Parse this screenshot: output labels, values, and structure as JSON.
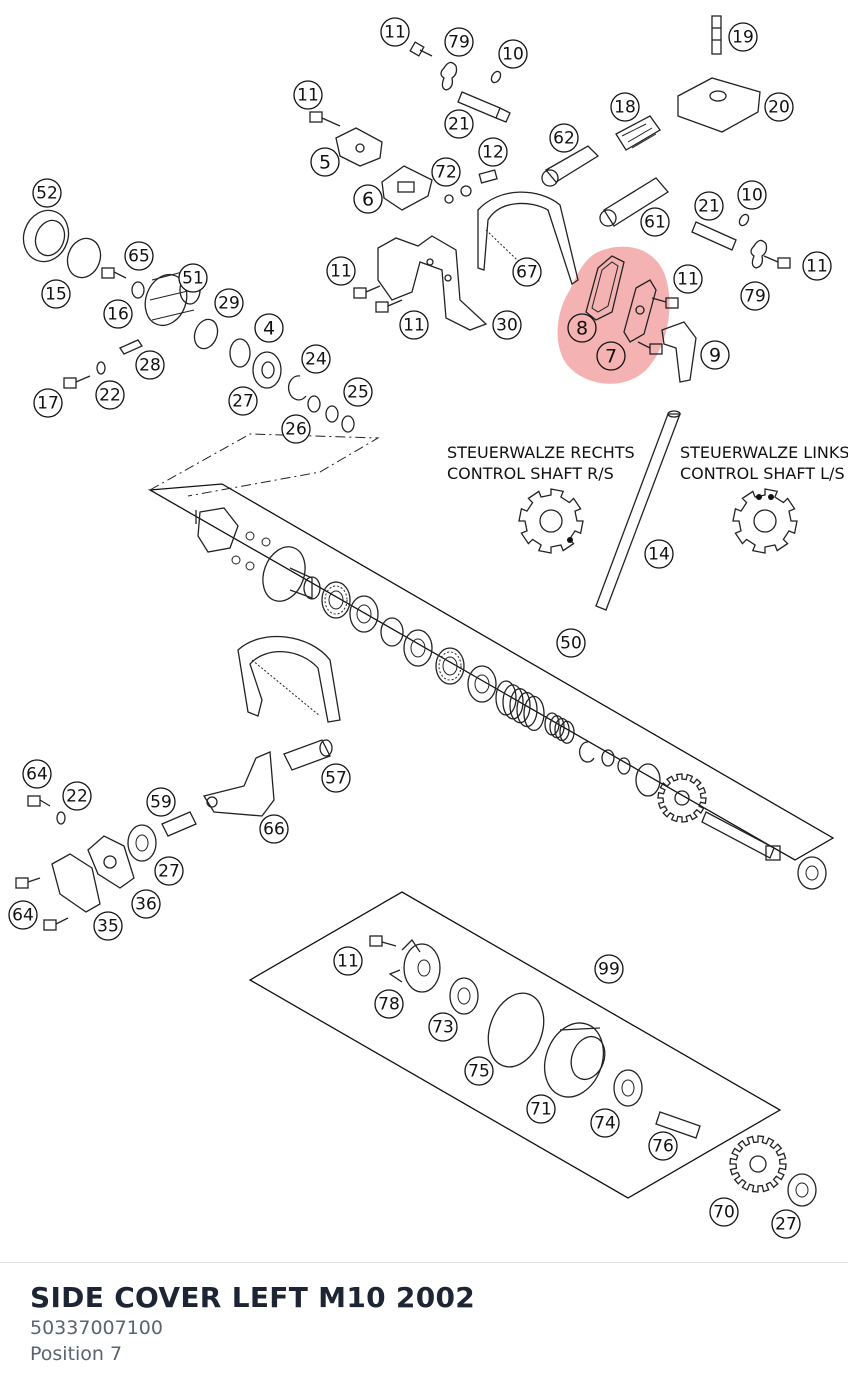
{
  "part": {
    "title": "SIDE COVER LEFT M10 2002",
    "number": "50337007100",
    "position": "Position 7"
  },
  "diagram": {
    "shaft_right_de": "STEUERWALZE RECHTS",
    "shaft_right_en": "CONTROL SHAFT R/S",
    "shaft_left_de": "STEUERWALZE LINKS",
    "shaft_left_en": "CONTROL SHAFT L/S",
    "highlight_color": "#e8474a",
    "highlighted_positions": [
      "7",
      "8"
    ],
    "callouts": [
      "11",
      "79",
      "10",
      "19",
      "11",
      "21",
      "18",
      "20",
      "62",
      "12",
      "5",
      "72",
      "6",
      "52",
      "21",
      "10",
      "61",
      "65",
      "67",
      "11",
      "11",
      "79",
      "51",
      "11",
      "15",
      "16",
      "29",
      "8",
      "30",
      "4",
      "11",
      "9",
      "7",
      "28",
      "24",
      "17",
      "22",
      "27",
      "25",
      "26",
      "14",
      "50",
      "64",
      "22",
      "59",
      "57",
      "66",
      "27",
      "36",
      "64",
      "35",
      "99",
      "11",
      "78",
      "73",
      "75",
      "71",
      "74",
      "76",
      "70",
      "27"
    ]
  }
}
